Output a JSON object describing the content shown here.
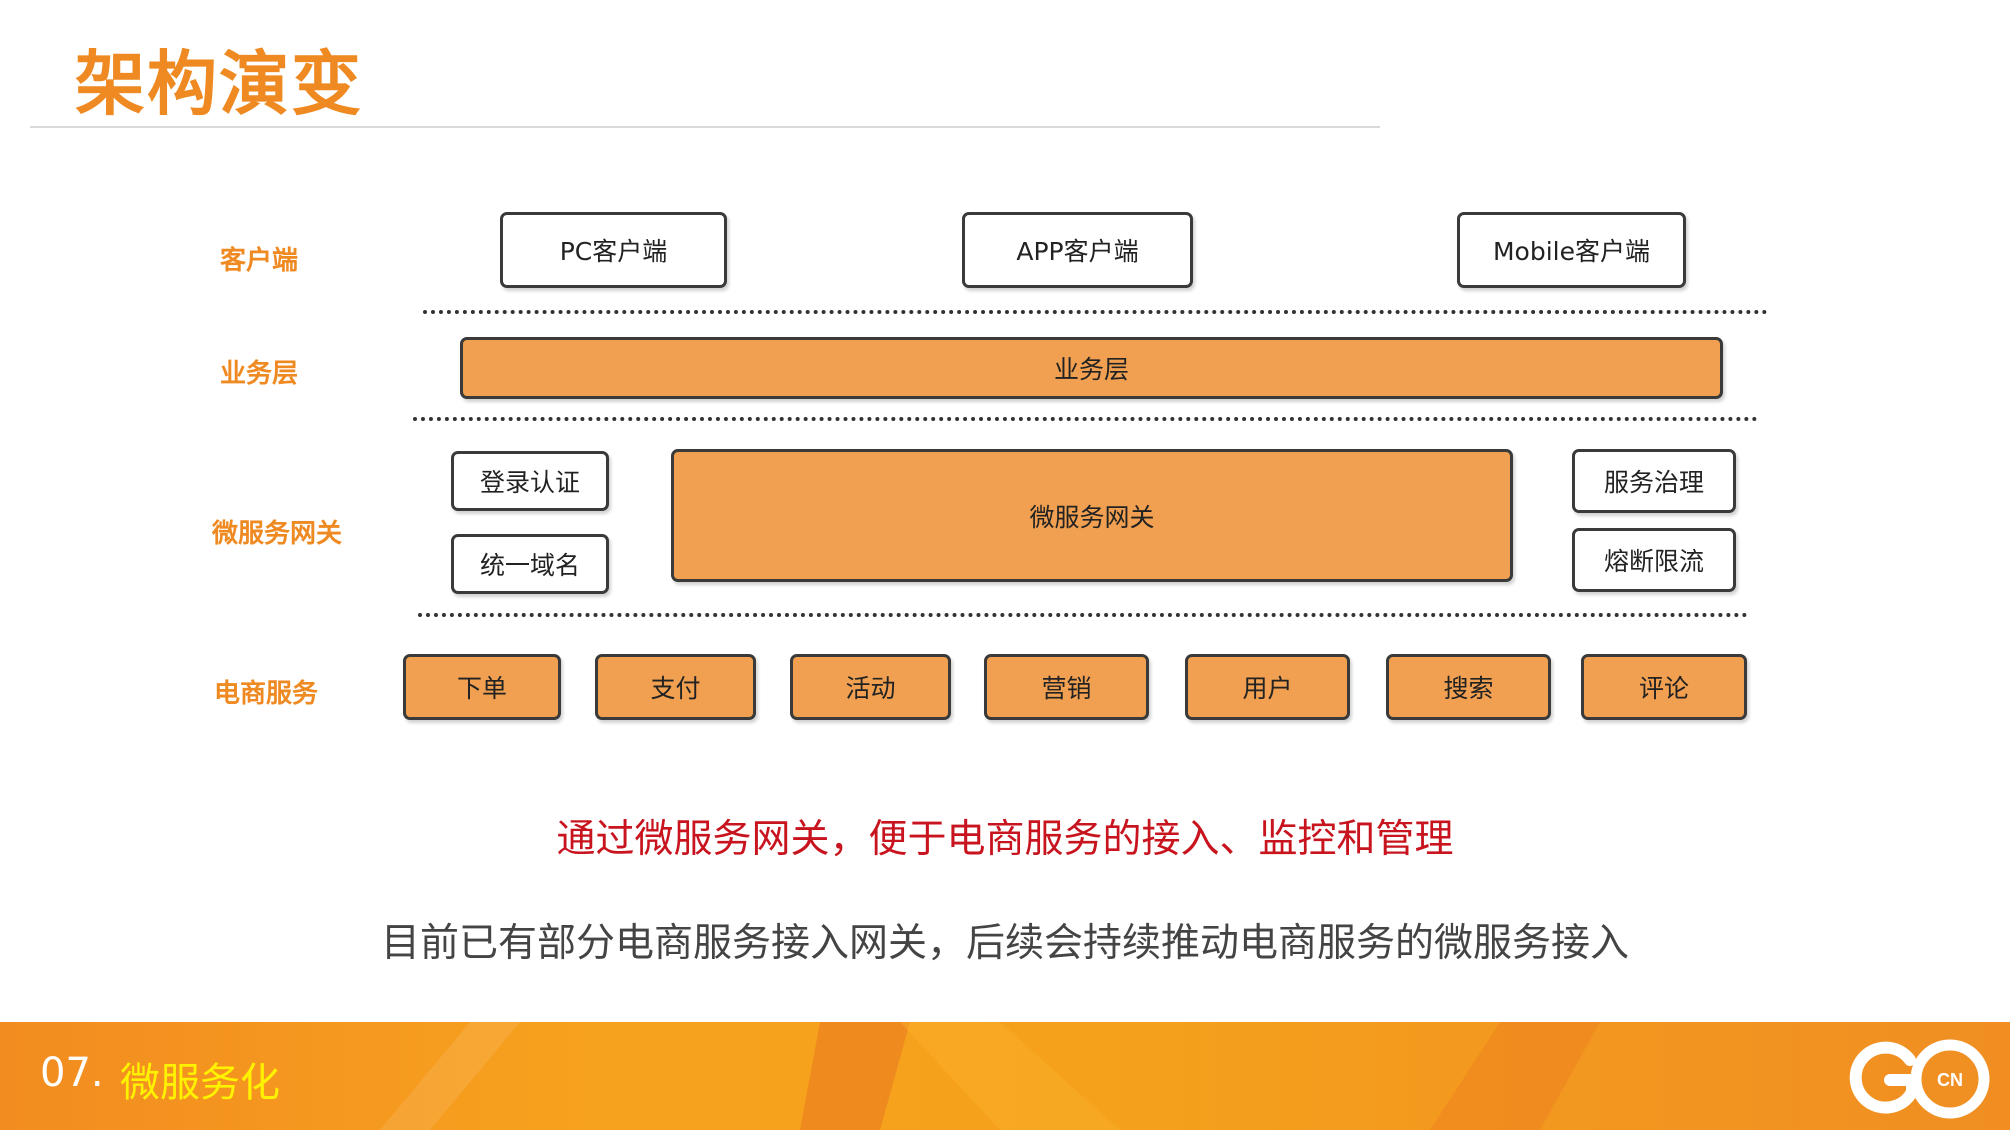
{
  "header": {
    "title": "架构演变"
  },
  "rows": {
    "client": "客户端",
    "business": "业务层",
    "gateway": "微服务网关",
    "ecommerce": "电商服务"
  },
  "client_boxes": [
    "PC客户端",
    "APP客户端",
    "Mobile客户端"
  ],
  "business_box": "业务层",
  "gateway": {
    "left": [
      "登录认证",
      "统一域名"
    ],
    "center": "微服务网关",
    "right": [
      "服务治理",
      "熔断限流"
    ]
  },
  "services": [
    "下单",
    "支付",
    "活动",
    "营销",
    "用户",
    "搜索",
    "评论"
  ],
  "notes": {
    "highlight": "通过微服务网关，便于电商服务的接入、监控和管理",
    "detail": "目前已有部分电商服务接入网关，后续会持续推动电商服务的微服务接入"
  },
  "footer": {
    "number": "07.",
    "section": "微服务化"
  },
  "logo": {
    "text": "GO",
    "badge": "CN"
  },
  "colors": {
    "accent": "#ef8a22",
    "box_fill": "#f0a050",
    "highlight_text": "#c8141e",
    "footer_title": "#fff200"
  }
}
